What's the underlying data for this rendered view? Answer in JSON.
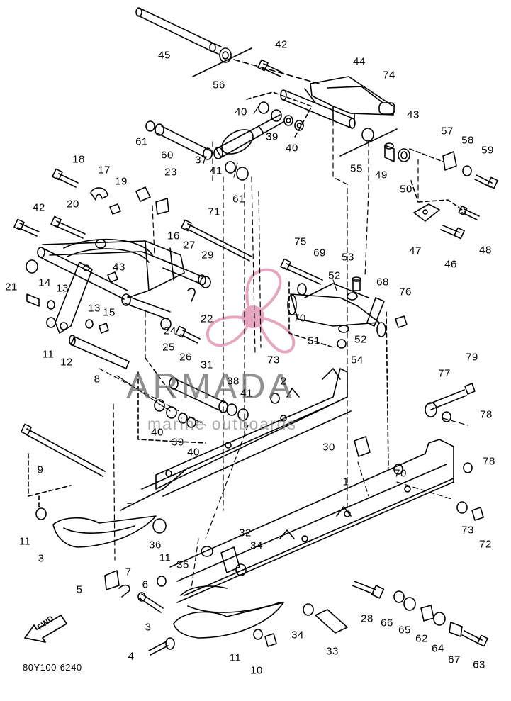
{
  "diagram": {
    "drawing_code": "80Y100-6240",
    "direction_label": "FWD",
    "watermark": {
      "brand": "ARMADA",
      "tagline": "marine outboards"
    },
    "accent_color": "#e7a6c0",
    "labels": [
      "45",
      "56",
      "42",
      "44",
      "74",
      "43",
      "40",
      "39",
      "40",
      "57",
      "58",
      "59",
      "61",
      "60",
      "37",
      "41",
      "61",
      "55",
      "49",
      "50",
      "18",
      "17",
      "19",
      "23",
      "42",
      "20",
      "71",
      "16",
      "27",
      "29",
      "21",
      "43",
      "14",
      "13",
      "13",
      "15",
      "22",
      "24",
      "25",
      "26",
      "11",
      "12",
      "8",
      "75",
      "69",
      "53",
      "52",
      "68",
      "76",
      "70",
      "51",
      "52",
      "54",
      "47",
      "46",
      "48",
      "31",
      "38",
      "41",
      "73",
      "2",
      "40",
      "39",
      "40",
      "77",
      "79",
      "78",
      "9",
      "30",
      "1",
      "70",
      "78",
      "11",
      "3",
      "36",
      "73",
      "72",
      "32",
      "34",
      "11",
      "35",
      "5",
      "7",
      "6",
      "28",
      "66",
      "65",
      "62",
      "64",
      "3",
      "34",
      "33",
      "67",
      "63",
      "4",
      "11",
      "10"
    ]
  }
}
